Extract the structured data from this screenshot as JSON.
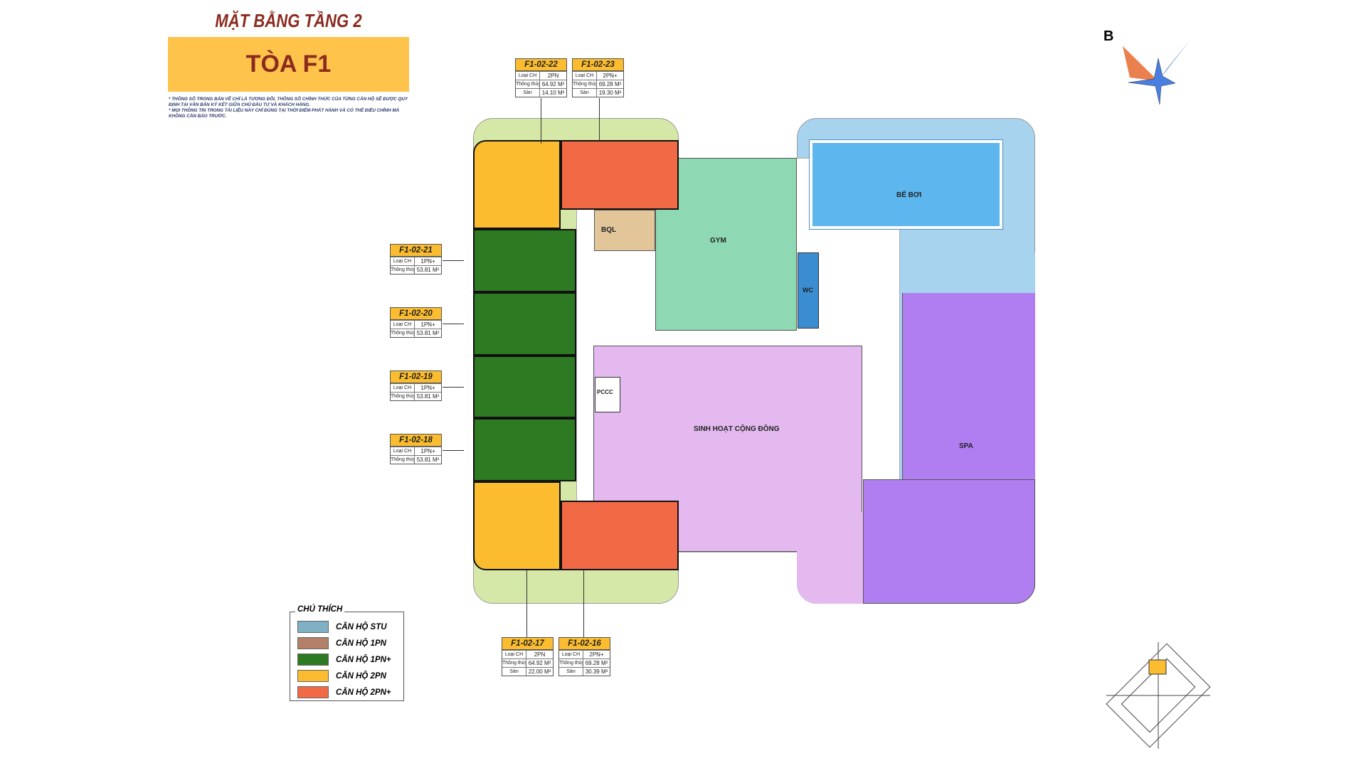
{
  "header": {
    "title": "MẶT BẰNG TẦNG 2",
    "building": "TÒA F1",
    "notes": [
      "* THÔNG SỐ TRONG BẢN VẼ CHỈ LÀ TƯƠNG ĐỐI, THÔNG SỐ CHÍNH THỨC CỦA TỪNG CĂN HỘ SẼ ĐƯỢC QUY ĐỊNH TẠI VĂN BẢN KÝ KẾT GIỮA CHỦ ĐẦU TƯ VÀ KHÁCH HÀNG.",
      "* MỌI THÔNG TIN TRONG TÀI LIỆU NÀY CHỈ ĐÚNG TẠI THỜI ĐIỂM PHÁT HÀNH VÀ CÓ THỂ ĐIỀU CHỈNH MÀ KHÔNG CẦN BÁO TRƯỚC."
    ]
  },
  "compass": {
    "label": "B"
  },
  "units": [
    {
      "code": "F1-02-22",
      "rows": [
        [
          "Loại CH",
          "2PN"
        ],
        [
          "Thông thủy",
          "64.92 M²"
        ],
        [
          "Sàn",
          "14.10 M²"
        ]
      ]
    },
    {
      "code": "F1-02-23",
      "rows": [
        [
          "Loại CH",
          "2PN+"
        ],
        [
          "Thông thủy",
          "69.28 M²"
        ],
        [
          "Sàn",
          "19.30 M²"
        ]
      ]
    },
    {
      "code": "F1-02-21",
      "rows": [
        [
          "Loại CH",
          "1PN+"
        ],
        [
          "Thông thủy",
          "53.81 M²"
        ]
      ]
    },
    {
      "code": "F1-02-20",
      "rows": [
        [
          "Loại CH",
          "1PN+"
        ],
        [
          "Thông thủy",
          "53.81 M²"
        ]
      ]
    },
    {
      "code": "F1-02-19",
      "rows": [
        [
          "Loại CH",
          "1PN+"
        ],
        [
          "Thông thủy",
          "53.81 M²"
        ]
      ]
    },
    {
      "code": "F1-02-18",
      "rows": [
        [
          "Loại CH",
          "1PN+"
        ],
        [
          "Thông thủy",
          "53.81 M²"
        ]
      ]
    },
    {
      "code": "F1-02-17",
      "rows": [
        [
          "Loại CH",
          "2PN"
        ],
        [
          "Thông thủy",
          "64.92 M²"
        ],
        [
          "Sàn",
          "22.00 M²"
        ]
      ]
    },
    {
      "code": "F1-02-16",
      "rows": [
        [
          "Loại CH",
          "2PN+"
        ],
        [
          "Thông thủy",
          "69.28 M²"
        ],
        [
          "Sàn",
          "30.39 M²"
        ]
      ]
    }
  ],
  "rooms": {
    "bql": "BQL",
    "gym": "GYM",
    "wc": "WC",
    "pccc": "PCCC",
    "pool": "BỂ BƠI",
    "community": "SINH HOẠT CỘNG ĐỒNG",
    "spa": "SPA"
  },
  "legend": {
    "title": "CHÚ THÍCH",
    "items": [
      {
        "label": "CĂN HỘ STU",
        "color": "#7fb0c4"
      },
      {
        "label": "CĂN HỘ 1PN",
        "color": "#b48068"
      },
      {
        "label": "CĂN HỘ 1PN+",
        "color": "#2d7a22"
      },
      {
        "label": "CĂN HỘ 2PN",
        "color": "#fbbd2f"
      },
      {
        "label": "CĂN HỘ 2PN+",
        "color": "#f26a45"
      }
    ]
  }
}
